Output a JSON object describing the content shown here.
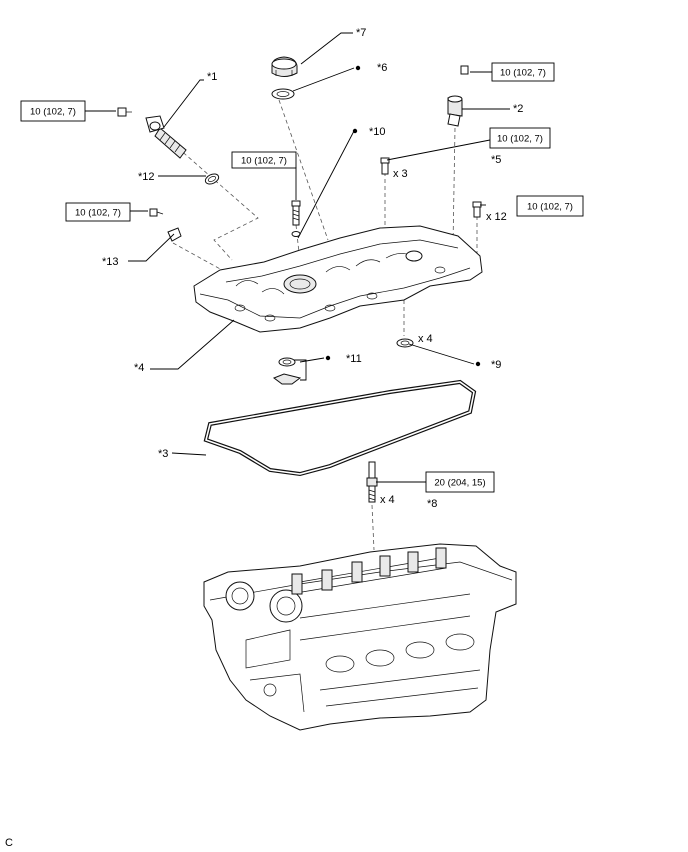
{
  "labels": {
    "c1": "*1",
    "c2": "*2",
    "c3": "*3",
    "c4": "*4",
    "c5": "*5",
    "c6": "*6",
    "c7": "*7",
    "c8": "*8",
    "c9": "*9",
    "c10": "*10",
    "c11": "*11",
    "c12": "*12",
    "c13": "*13"
  },
  "quantities": {
    "q_x3": "x 3",
    "q_x12": "x 12",
    "q_x4_seal": "x 4",
    "q_x4_plug": "x 4"
  },
  "torques": {
    "t1": "10 (102, 7)",
    "t2": "10 (102, 7)",
    "t3": "10 (102, 7)",
    "t4": "10 (102, 7)",
    "t5": "10 (102, 7)",
    "t6": "10 (102, 7)",
    "t7": "20 (204, 15)"
  },
  "corner_code": "C"
}
